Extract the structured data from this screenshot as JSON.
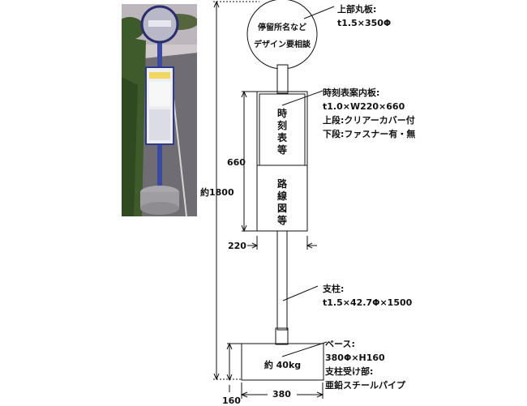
{
  "photo": {
    "alt": "バス停写真"
  },
  "sign_top": {
    "line1": "停留所名など",
    "line2": "デザイン要相談",
    "callout_title": "上部丸板:",
    "callout_spec": "t1.5×350Φ"
  },
  "timetable": {
    "upper_text": [
      "時",
      "刻",
      "表",
      "等"
    ],
    "lower_text": [
      "路",
      "線",
      "図",
      "等"
    ],
    "callout_title": "時刻表案内板:",
    "callout_lines": [
      "t1.0×W220×660",
      "上段:クリアーカバー付",
      "下段:ファスナー有・無"
    ]
  },
  "pole": {
    "callout_title": "支柱:",
    "callout_spec": "t1.5×42.7Φ×1500"
  },
  "base": {
    "weight": "約 40kg",
    "callout_title": "ベース:",
    "callout_lines": [
      "380Φ×H160",
      "支柱受け部:",
      "亜鉛スチールパイプ"
    ]
  },
  "dimensions": {
    "total_height": "約1800",
    "panel_height": "660",
    "panel_width": "220",
    "base_width": "380",
    "base_height": "160"
  },
  "colors": {
    "line": "#111111",
    "photo_sky": "#c9c2c6",
    "photo_road": "#6b6a6e",
    "photo_grass": "#3e5a2a",
    "photo_pole": "#3a4a9a"
  }
}
